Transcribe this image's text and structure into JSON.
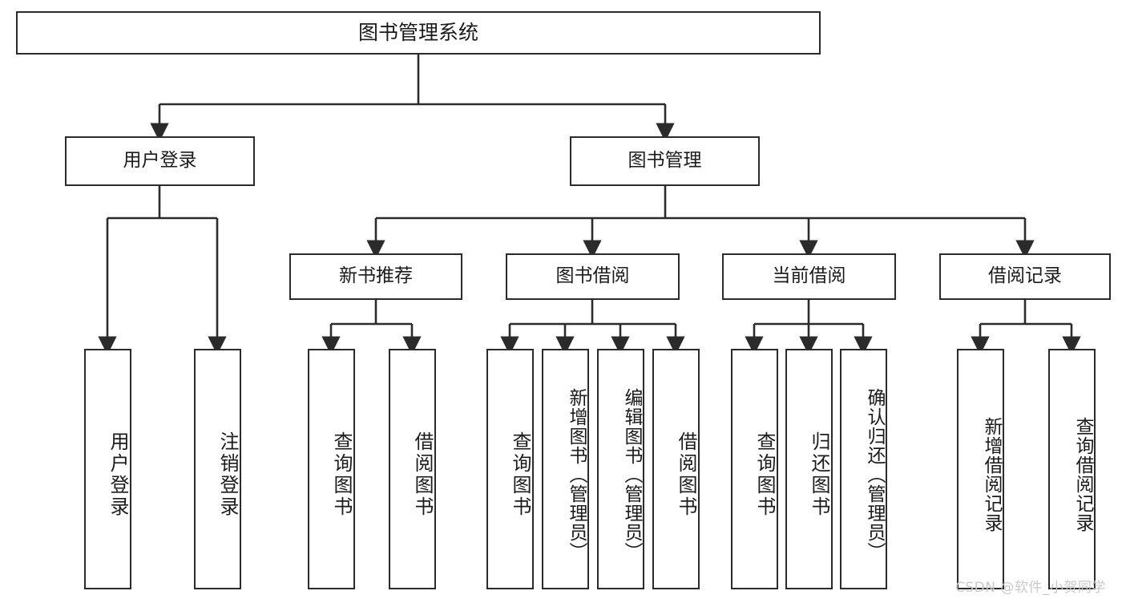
{
  "diagram": {
    "title": "图书管理系统",
    "type": "tree-hierarchy-diagram",
    "watermark": "CSDN @软件_小贺同学",
    "colors": {
      "box_border": "#2b2b2b",
      "box_fill": "#ffffff",
      "line": "#2b2b2b",
      "text": "#1b1b1b",
      "watermark": "#c9c9c9"
    },
    "root": {
      "label": "图书管理系统"
    },
    "level2": [
      {
        "label": "用户登录"
      },
      {
        "label": "图书管理"
      }
    ],
    "level3": [
      {
        "label": "新书推荐"
      },
      {
        "label": "图书借阅"
      },
      {
        "label": "当前借阅"
      },
      {
        "label": "借阅记录"
      }
    ],
    "leaves": {
      "user_login": [
        {
          "label": "用户登录"
        },
        {
          "label": "注销登录"
        }
      ],
      "new_book_recommend": [
        {
          "label": "查询图书"
        },
        {
          "label": "借阅图书"
        }
      ],
      "book_borrow": [
        {
          "label": "查询图书"
        },
        {
          "label": "新增图书（管理员）"
        },
        {
          "label": "编辑图书（管理员）"
        },
        {
          "label": "借阅图书"
        }
      ],
      "current_borrow": [
        {
          "label": "查询图书"
        },
        {
          "label": "归还图书"
        },
        {
          "label": "确认归还（管理员）"
        }
      ],
      "borrow_record": [
        {
          "label": "新增借阅记录"
        },
        {
          "label": "查询借阅记录"
        }
      ]
    }
  }
}
